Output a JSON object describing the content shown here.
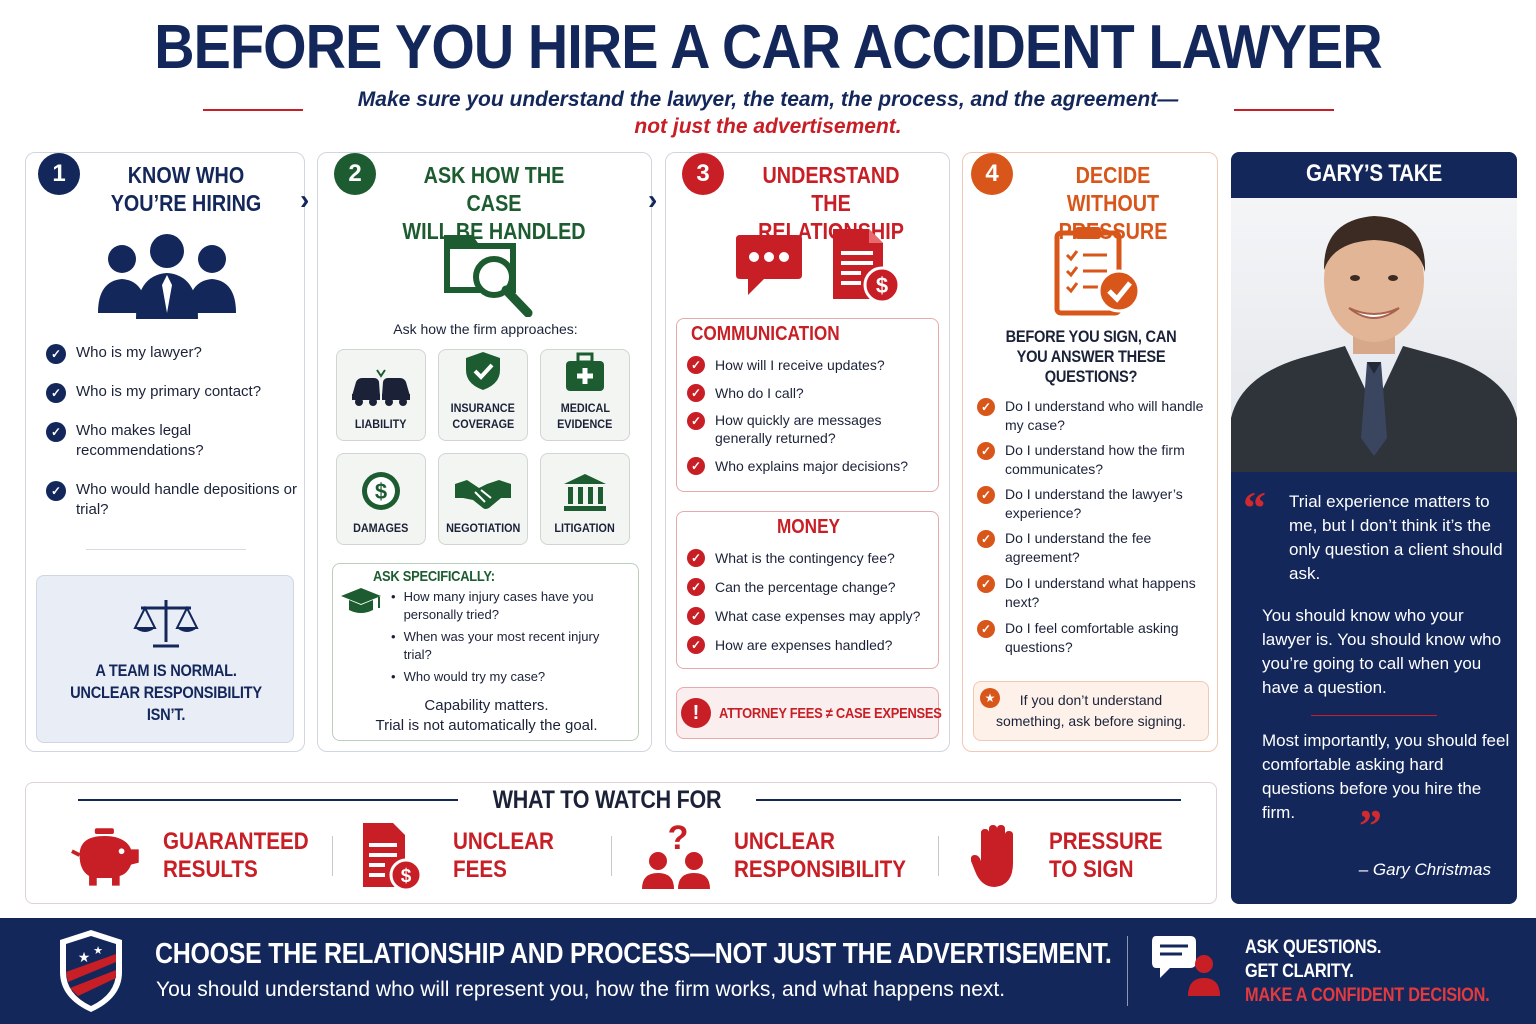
{
  "header": {
    "title": "BEFORE YOU HIRE A CAR ACCIDENT LAWYER",
    "subtitle_line1": "Make sure you understand the lawyer, the team, the process, and the agreement—",
    "subtitle_line2": "not just the advertisement."
  },
  "colors": {
    "navy": "#13275b",
    "green": "#1d5c30",
    "red": "#c81e25",
    "orange": "#d9561b"
  },
  "step1": {
    "number": "1",
    "title_l1": "KNOW WHO",
    "title_l2": "YOU’RE HIRING",
    "icon": "team-icon",
    "questions": [
      "Who is my lawyer?",
      "Who is my primary contact?",
      "Who makes legal recommendations?",
      "Who would handle depositions or trial?"
    ],
    "note_l1": "A TEAM IS NORMAL.",
    "note_l2": "UNCLEAR RESPONSIBILITY ISN’T."
  },
  "step2": {
    "number": "2",
    "title_l1": "ASK HOW THE CASE",
    "title_l2": "WILL BE HANDLED",
    "intro": "Ask how the firm approaches:",
    "tiles": [
      {
        "l1": "LIABILITY",
        "l2": "",
        "icon": "car-crash-icon"
      },
      {
        "l1": "INSURANCE",
        "l2": "COVERAGE",
        "icon": "shield-check-icon"
      },
      {
        "l1": "MEDICAL",
        "l2": "EVIDENCE",
        "icon": "medical-kit-icon"
      },
      {
        "l1": "DAMAGES",
        "l2": "",
        "icon": "dollar-coin-icon"
      },
      {
        "l1": "NEGOTIATION",
        "l2": "",
        "icon": "handshake-icon"
      },
      {
        "l1": "LITIGATION",
        "l2": "",
        "icon": "courthouse-icon"
      }
    ],
    "ask_title": "ASK SPECIFICALLY:",
    "ask_items": [
      "How many injury cases have you personally tried?",
      "When was your most recent injury trial?",
      "Who would try my case?"
    ],
    "closing_l1": "Capability matters.",
    "closing_l2": "Trial is not automatically the goal."
  },
  "step3": {
    "number": "3",
    "title_l1": "UNDERSTAND THE",
    "title_l2": "RELATIONSHIP",
    "comm_title": "COMMUNICATION",
    "comm_items": [
      "How will I receive updates?",
      "Who do I call?",
      "How quickly are messages generally returned?",
      "Who explains major decisions?"
    ],
    "money_title": "MONEY",
    "money_items": [
      "What is the contingency fee?",
      "Can the percentage change?",
      "What case expenses may apply?",
      "How are expenses handled?"
    ],
    "alert": "ATTORNEY FEES ≠ CASE EXPENSES"
  },
  "step4": {
    "number": "4",
    "title_l1": "DECIDE WITHOUT",
    "title_l2": "PRESSURE",
    "q_l1": "BEFORE YOU SIGN, CAN",
    "q_l2": "YOU ANSWER THESE",
    "q_l3": "QUESTIONS?",
    "items": [
      "Do I understand who will handle my case?",
      "Do I understand how the firm communicates?",
      "Do I understand the lawyer’s experience?",
      "Do I understand the fee agreement?",
      "Do I understand what happens next?",
      "Do I feel comfortable asking questions?"
    ],
    "tip_l1": "If you don’t understand",
    "tip_l2": "something, ask before signing."
  },
  "gary": {
    "title": "GARY’S TAKE",
    "quote1": "Trial experience matters to me, but I don’t think it’s the only question a client should ask.",
    "quote2": "You should know who your lawyer is. You should know who you’re going to call when you have a question.",
    "quote3": "Most importantly, you should feel comfortable asking hard questions before you hire the firm.",
    "signature": "– Gary Christmas"
  },
  "watch": {
    "title": "WHAT TO WATCH FOR",
    "items": [
      {
        "l1": "GUARANTEED",
        "l2": "RESULTS",
        "icon": "piggy-bank-icon"
      },
      {
        "l1": "UNCLEAR",
        "l2": "FEES",
        "icon": "fee-document-icon"
      },
      {
        "l1": "UNCLEAR",
        "l2": "RESPONSIBILITY",
        "icon": "question-people-icon"
      },
      {
        "l1": "PRESSURE",
        "l2": "TO SIGN",
        "icon": "stop-hand-icon"
      }
    ]
  },
  "footer": {
    "headline": "CHOOSE THE RELATIONSHIP AND PROCESS—NOT JUST THE ADVERTISEMENT.",
    "body": "You should understand who will represent you, how the firm works, and what happens next.",
    "cta_l1": "ASK QUESTIONS.",
    "cta_l2": "GET CLARITY.",
    "cta_l3": "MAKE A CONFIDENT DECISION."
  }
}
